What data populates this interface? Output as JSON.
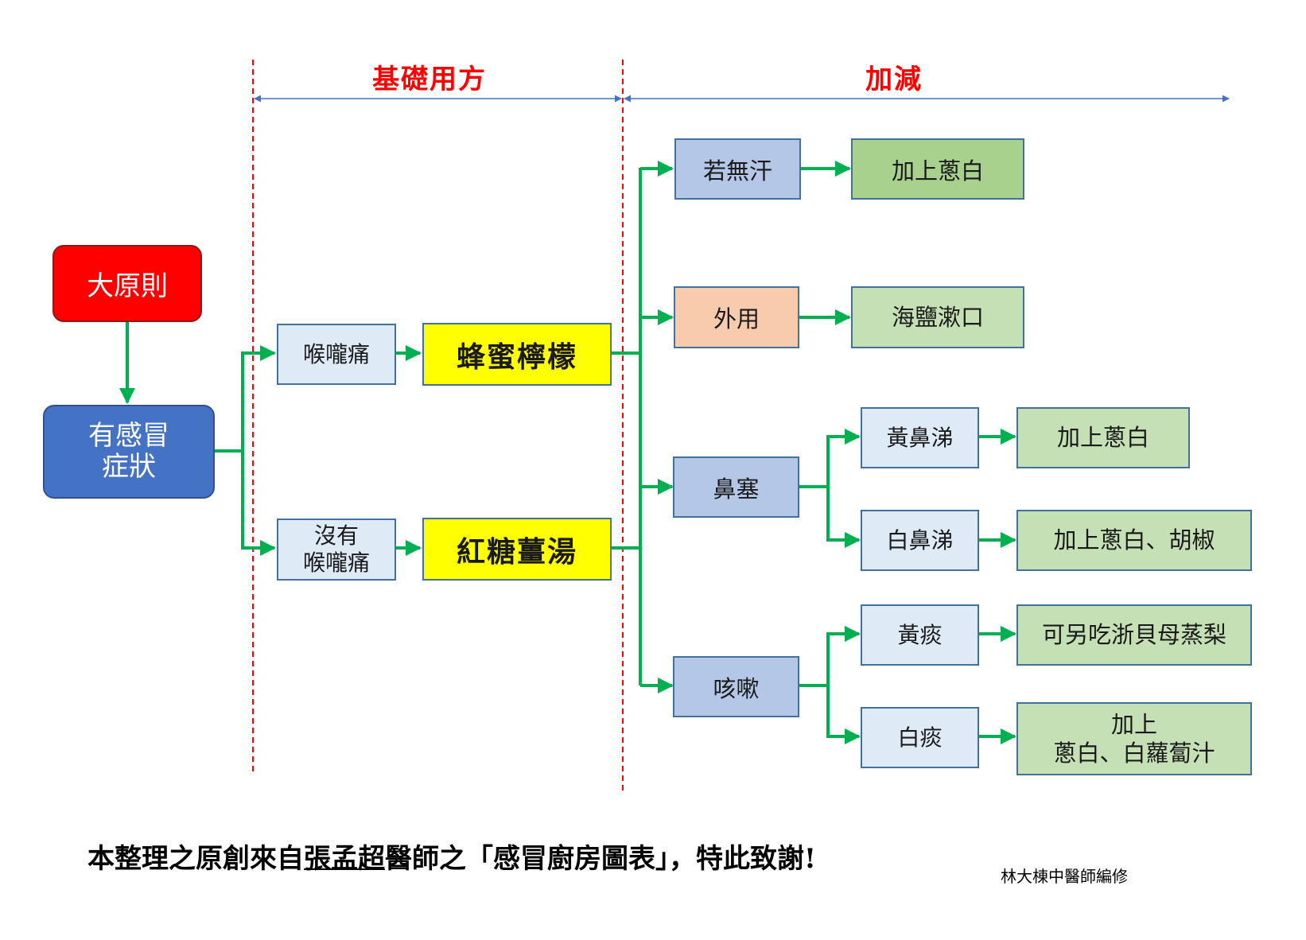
{
  "headers": {
    "base": "基礎用方",
    "adjust": "加減"
  },
  "nodes": {
    "principle": "大原則",
    "symptom": "有感冒\n症狀",
    "sore_throat": "喉嚨痛",
    "no_sore_throat": "沒有\n喉嚨痛",
    "honey_lemon": "蜂蜜檸檬",
    "brown_sugar_ginger": "紅糖薑湯",
    "no_sweat": "若無汗",
    "external": "外用",
    "nasal": "鼻塞",
    "cough": "咳嗽",
    "add_scallion_1": "加上蔥白",
    "salt_gargle": "海鹽漱口",
    "yellow_mucus": "黃鼻涕",
    "white_mucus": "白鼻涕",
    "add_scallion_2": "加上蔥白",
    "add_scallion_pepper": "加上蔥白、胡椒",
    "yellow_phlegm": "黃痰",
    "white_phlegm": "白痰",
    "pear_option": "可另吃浙貝母蒸梨",
    "add_scallion_radish": "加上\n蔥白、白蘿蔔汁"
  },
  "footer": {
    "prefix": "本整理之原創來自",
    "author": "張孟超",
    "suffix": "醫師之「感冒廚房圖表」，特此致謝!"
  },
  "credit": "林大棟中醫師編修",
  "colors": {
    "arrow": "#00b050",
    "guide": "#ff0000",
    "range": "#4472c4"
  }
}
